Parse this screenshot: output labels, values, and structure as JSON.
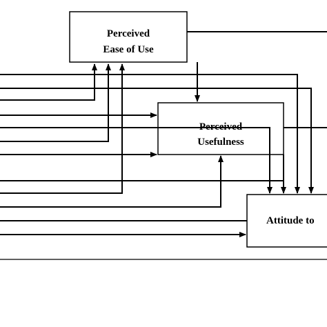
{
  "nodes": {
    "peou": {
      "line1": "Perceived",
      "line2": "Ease of Use"
    },
    "pu": {
      "line1": "Perceived",
      "line2": "Usefulness"
    },
    "attitude": {
      "line1": "Attitude to"
    }
  },
  "colors": {
    "stroke": "#000000",
    "background": "#ffffff"
  }
}
